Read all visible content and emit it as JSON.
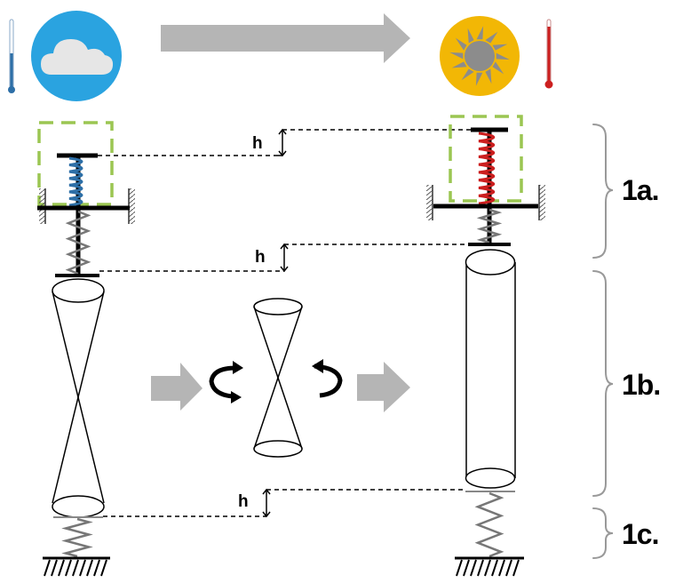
{
  "labels": {
    "h_top": "h",
    "h_middle": "h",
    "h_bottom": "h",
    "section_1a": "1a.",
    "section_1b": "1b.",
    "section_1c": "1c."
  },
  "icons": {
    "cold_state": "cloud-icon",
    "warm_state": "sun-icon",
    "cold_thermometer": "thermometer-low-icon",
    "warm_thermometer": "thermometer-high-icon",
    "transition": "arrow-right-icon",
    "rotation": "rotate-arrows-icon"
  },
  "colors": {
    "cloud_circle": "#2aa3e0",
    "sun_circle": "#f2b705",
    "cold_spring": "#2d6fa7",
    "warm_spring": "#cc1f1f",
    "highlight_box": "#9bc652",
    "arrows": "#b5b5b5",
    "braces": "#999999"
  }
}
